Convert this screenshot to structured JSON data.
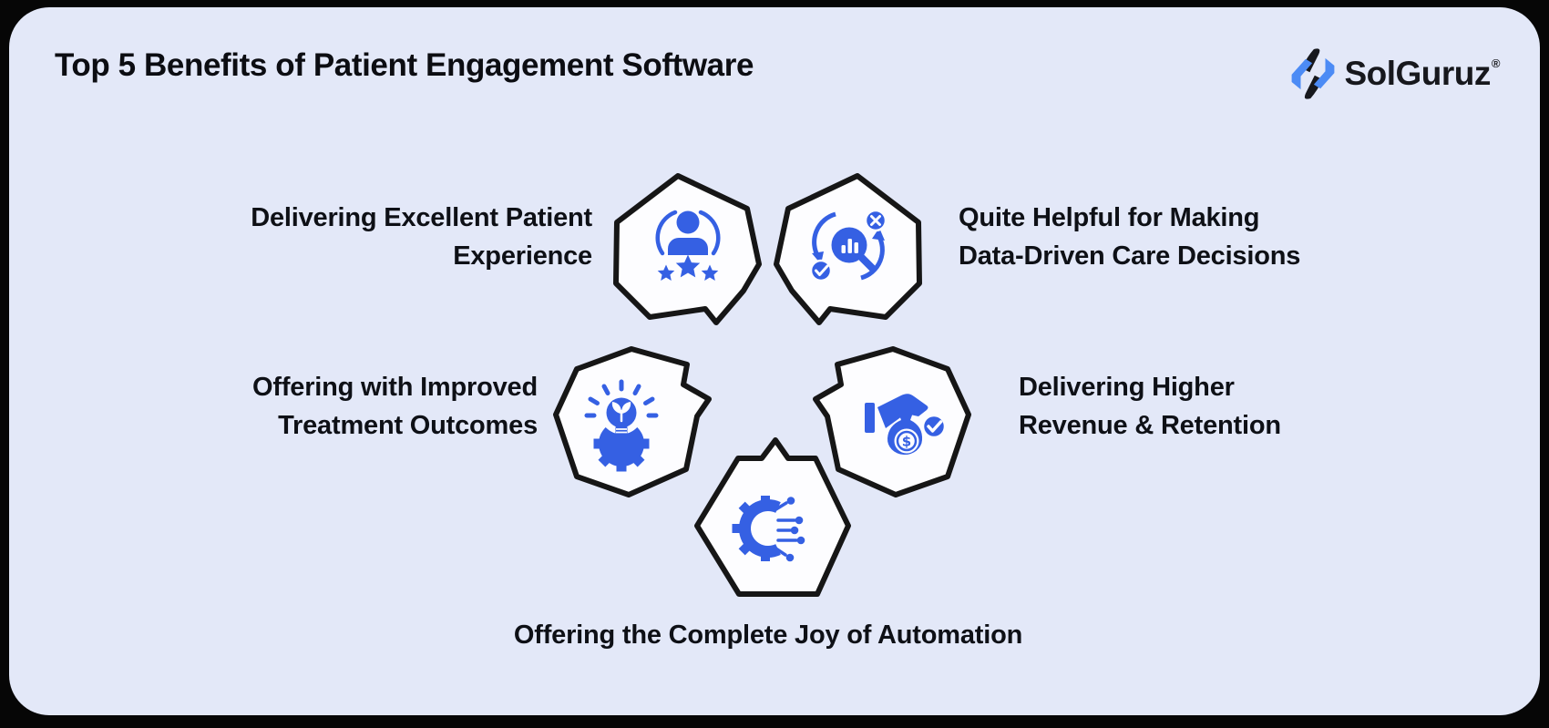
{
  "page_title": "Top 5 Benefits of Patient Engagement Software",
  "logo": {
    "name": "SolGuruz",
    "registered": "®"
  },
  "benefits": [
    {
      "icon": "patient-experience-icon",
      "line1": "Delivering Excellent Patient",
      "line2": "Experience"
    },
    {
      "icon": "data-decisions-icon",
      "line1": "Quite Helpful for Making",
      "line2": "Data-Driven Care Decisions"
    },
    {
      "icon": "treatment-outcomes-icon",
      "line1": "Offering with Improved",
      "line2": "Treatment Outcomes"
    },
    {
      "icon": "revenue-retention-icon",
      "line1": "Delivering Higher",
      "line2": "Revenue & Retention"
    },
    {
      "icon": "automation-icon",
      "line1": "Offering the Complete Joy of Automation",
      "line2": ""
    }
  ],
  "icon_glyphs": {
    "dollar": "$"
  },
  "colors": {
    "frame": "#060606",
    "card_bg": "#e3e8f8",
    "hex_fill": "#fdfdff",
    "hex_stroke": "#161616",
    "accent_blue": "#3560e3",
    "text": "#0e1016"
  }
}
